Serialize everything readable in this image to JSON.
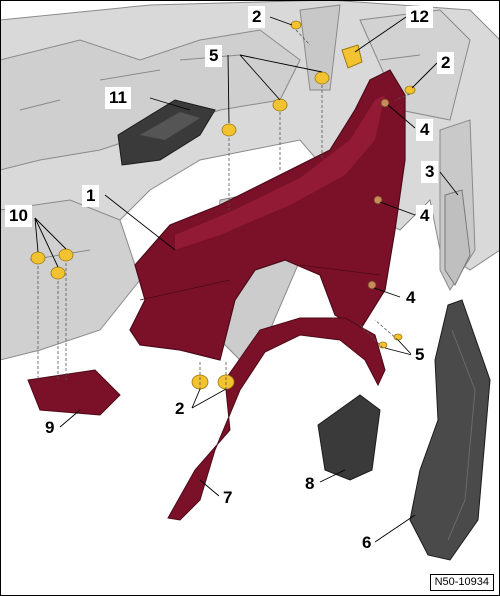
{
  "diagram": {
    "reference_code": "N50-10934",
    "callouts": [
      {
        "id": "c2-top",
        "text": "2"
      },
      {
        "id": "c12",
        "text": "12"
      },
      {
        "id": "c5-top",
        "text": "5"
      },
      {
        "id": "c2-right",
        "text": "2"
      },
      {
        "id": "c11",
        "text": "11"
      },
      {
        "id": "c4-a",
        "text": "4"
      },
      {
        "id": "c3",
        "text": "3"
      },
      {
        "id": "c1",
        "text": "1"
      },
      {
        "id": "c10",
        "text": "10"
      },
      {
        "id": "c4-b",
        "text": "4"
      },
      {
        "id": "c4-c",
        "text": "4"
      },
      {
        "id": "c5-low",
        "text": "5"
      },
      {
        "id": "c2-low",
        "text": "2"
      },
      {
        "id": "c9",
        "text": "9"
      },
      {
        "id": "c7",
        "text": "7"
      },
      {
        "id": "c8",
        "text": "8"
      },
      {
        "id": "c6",
        "text": "6"
      }
    ],
    "colors": {
      "fender": "#7a1128",
      "fender_highlight": "#a82340",
      "body_structure": "#d6d6d6",
      "body_lines": "#8a8a8a",
      "clip": "#f2c230",
      "bracket": "#3a3a3a"
    }
  }
}
